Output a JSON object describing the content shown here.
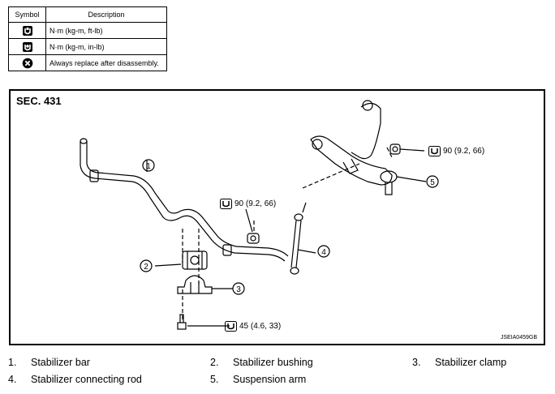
{
  "legend": {
    "header_symbol": "Symbol",
    "header_description": "Description",
    "rows": [
      {
        "icon": "torque-ft-lb-icon",
        "description": "N·m (kg-m, ft-lb)"
      },
      {
        "icon": "torque-in-lb-icon",
        "description": "N·m (kg-m, in-lb)"
      },
      {
        "icon": "always-replace-icon",
        "description": "Always replace after disassembly."
      }
    ]
  },
  "diagram": {
    "section": "SEC. 431",
    "code": "JSEIA0459GB",
    "callouts": [
      "1",
      "2",
      "3",
      "4",
      "5"
    ],
    "torques": [
      {
        "value": "90 (9.2, 66)"
      },
      {
        "value": "90 (9.2, 66)"
      },
      {
        "value": "45 (4.6, 33)"
      }
    ]
  },
  "parts": [
    {
      "number": "1.",
      "name": "Stabilizer bar"
    },
    {
      "number": "2.",
      "name": "Stabilizer bushing"
    },
    {
      "number": "3.",
      "name": "Stabilizer clamp"
    },
    {
      "number": "4.",
      "name": "Stabilizer connecting rod"
    },
    {
      "number": "5.",
      "name": "Suspension arm"
    }
  ]
}
